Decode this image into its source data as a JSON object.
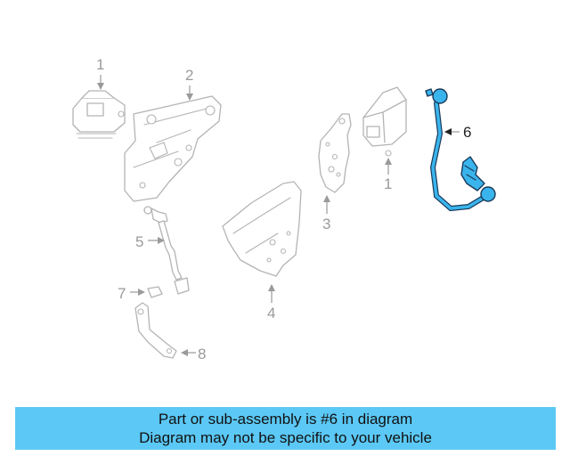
{
  "callouts": {
    "c1a": "1",
    "c1b": "1",
    "c2": "2",
    "c3": "3",
    "c4": "4",
    "c5": "5",
    "c6": "6",
    "c7": "7",
    "c8": "8"
  },
  "highlight_part": "6",
  "colors": {
    "highlight": "#3ab4ec",
    "banner": "#5bc8f5",
    "outline": "#b4b4b4"
  },
  "banner": {
    "line1": "Part or sub-assembly is #6 in diagram",
    "line2": "Diagram may not be specific to your vehicle"
  }
}
